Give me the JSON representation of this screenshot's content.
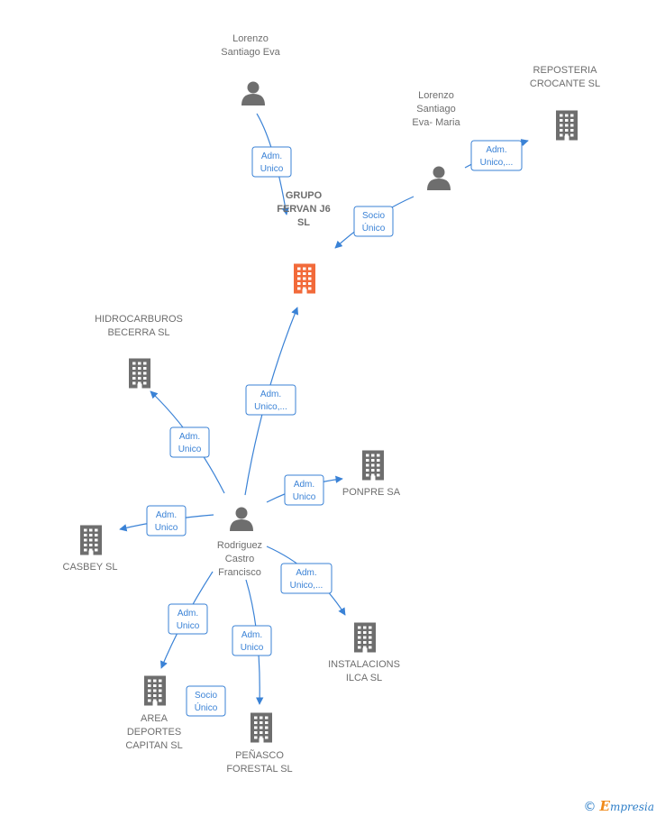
{
  "colors": {
    "edge": "#3a82d6",
    "node": "#6e6e6e",
    "highlight": "#f26a3a"
  },
  "nodes": [
    {
      "id": "lorenzo-eva",
      "type": "person",
      "label": [
        "Lorenzo",
        "Santiago Eva"
      ]
    },
    {
      "id": "lorenzo-eva-maria",
      "type": "person",
      "label": [
        "Lorenzo",
        "Santiago",
        "Eva- Maria"
      ]
    },
    {
      "id": "reposteria",
      "type": "company",
      "label": [
        "REPOSTERIA",
        "CROCANTE  SL"
      ]
    },
    {
      "id": "grupo-fervan",
      "type": "company",
      "highlight": true,
      "label": [
        "GRUPO",
        "FERVAN J6",
        "SL"
      ]
    },
    {
      "id": "hidrocarburos",
      "type": "company",
      "label": [
        "HIDROCARBUROS",
        "BECERRA SL"
      ]
    },
    {
      "id": "ponpre",
      "type": "company",
      "label": [
        "PONPRE SA"
      ]
    },
    {
      "id": "rodriguez",
      "type": "person",
      "label": [
        "Rodriguez",
        "Castro",
        "Francisco"
      ]
    },
    {
      "id": "casbey",
      "type": "company",
      "label": [
        "CASBEY SL"
      ]
    },
    {
      "id": "instalaciones",
      "type": "company",
      "label": [
        "INSTALACIONS",
        "ILCA SL"
      ]
    },
    {
      "id": "area-deportes",
      "type": "company",
      "label": [
        "AREA",
        "DEPORTES",
        "CAPITAN  SL"
      ]
    },
    {
      "id": "penasco",
      "type": "company",
      "label": [
        "PEÑASCO",
        "FORESTAL SL"
      ]
    }
  ],
  "edges": [
    {
      "id": "e1",
      "from": "lorenzo-eva",
      "to": "grupo-fervan",
      "label": [
        "Adm.",
        "Unico"
      ]
    },
    {
      "id": "e2",
      "from": "lorenzo-eva-maria",
      "to": "reposteria",
      "label": [
        "Adm.",
        "Unico,..."
      ]
    },
    {
      "id": "e3",
      "from": "lorenzo-eva-maria",
      "to": "grupo-fervan",
      "label": [
        "Socio",
        "Único"
      ]
    },
    {
      "id": "e4",
      "from": "rodriguez",
      "to": "grupo-fervan",
      "label": [
        "Adm.",
        "Unico,..."
      ]
    },
    {
      "id": "e5",
      "from": "rodriguez",
      "to": "hidrocarburos",
      "label": [
        "Adm.",
        "Unico"
      ]
    },
    {
      "id": "e6",
      "from": "rodriguez",
      "to": "ponpre",
      "label": [
        "Adm.",
        "Unico"
      ]
    },
    {
      "id": "e7",
      "from": "rodriguez",
      "to": "casbey",
      "label": [
        "Adm.",
        "Unico"
      ]
    },
    {
      "id": "e8",
      "from": "rodriguez",
      "to": "instalaciones",
      "label": [
        "Adm.",
        "Unico,..."
      ]
    },
    {
      "id": "e9",
      "from": "rodriguez",
      "to": "area-deportes",
      "label": [
        "Adm.",
        "Unico"
      ]
    },
    {
      "id": "e10",
      "from": "rodriguez",
      "to": "penasco",
      "label": [
        "Adm.",
        "Unico"
      ]
    },
    {
      "id": "e11",
      "from": "area-deportes",
      "to": "penasco",
      "label": [
        "Socio",
        "Único"
      ]
    }
  ],
  "footer": {
    "copyright": "©",
    "brand_initial": "E",
    "brand_rest": "mpresia"
  }
}
